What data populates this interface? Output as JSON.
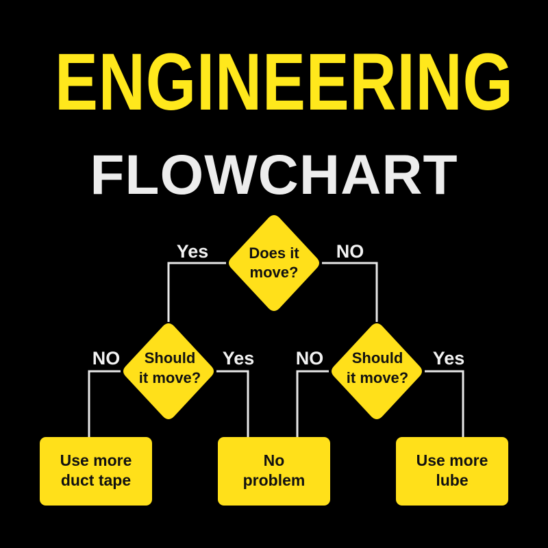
{
  "title": "ENGINEERING",
  "subtitle": "FLOWCHART",
  "colors": {
    "background": "#000000",
    "accent": "#FFE81C",
    "node_fill": "#FFE01A",
    "connector": "#E8E8E8",
    "subtitle": "#EDEDED"
  },
  "nodes": {
    "root": {
      "line1": "Does it",
      "line2": "move?"
    },
    "left_decision": {
      "line1": "Should",
      "line2": "it move?"
    },
    "right_decision": {
      "line1": "Should",
      "line2": "it move?"
    },
    "duct_tape": {
      "line1": "Use more",
      "line2": "duct tape"
    },
    "no_problem": {
      "line1": "No",
      "line2": "problem"
    },
    "lube": {
      "line1": "Use more",
      "line2": "lube"
    }
  },
  "edges": {
    "root_yes": "Yes",
    "root_no": "NO",
    "left_no": "NO",
    "left_yes": "Yes",
    "right_no": "NO",
    "right_yes": "Yes"
  }
}
